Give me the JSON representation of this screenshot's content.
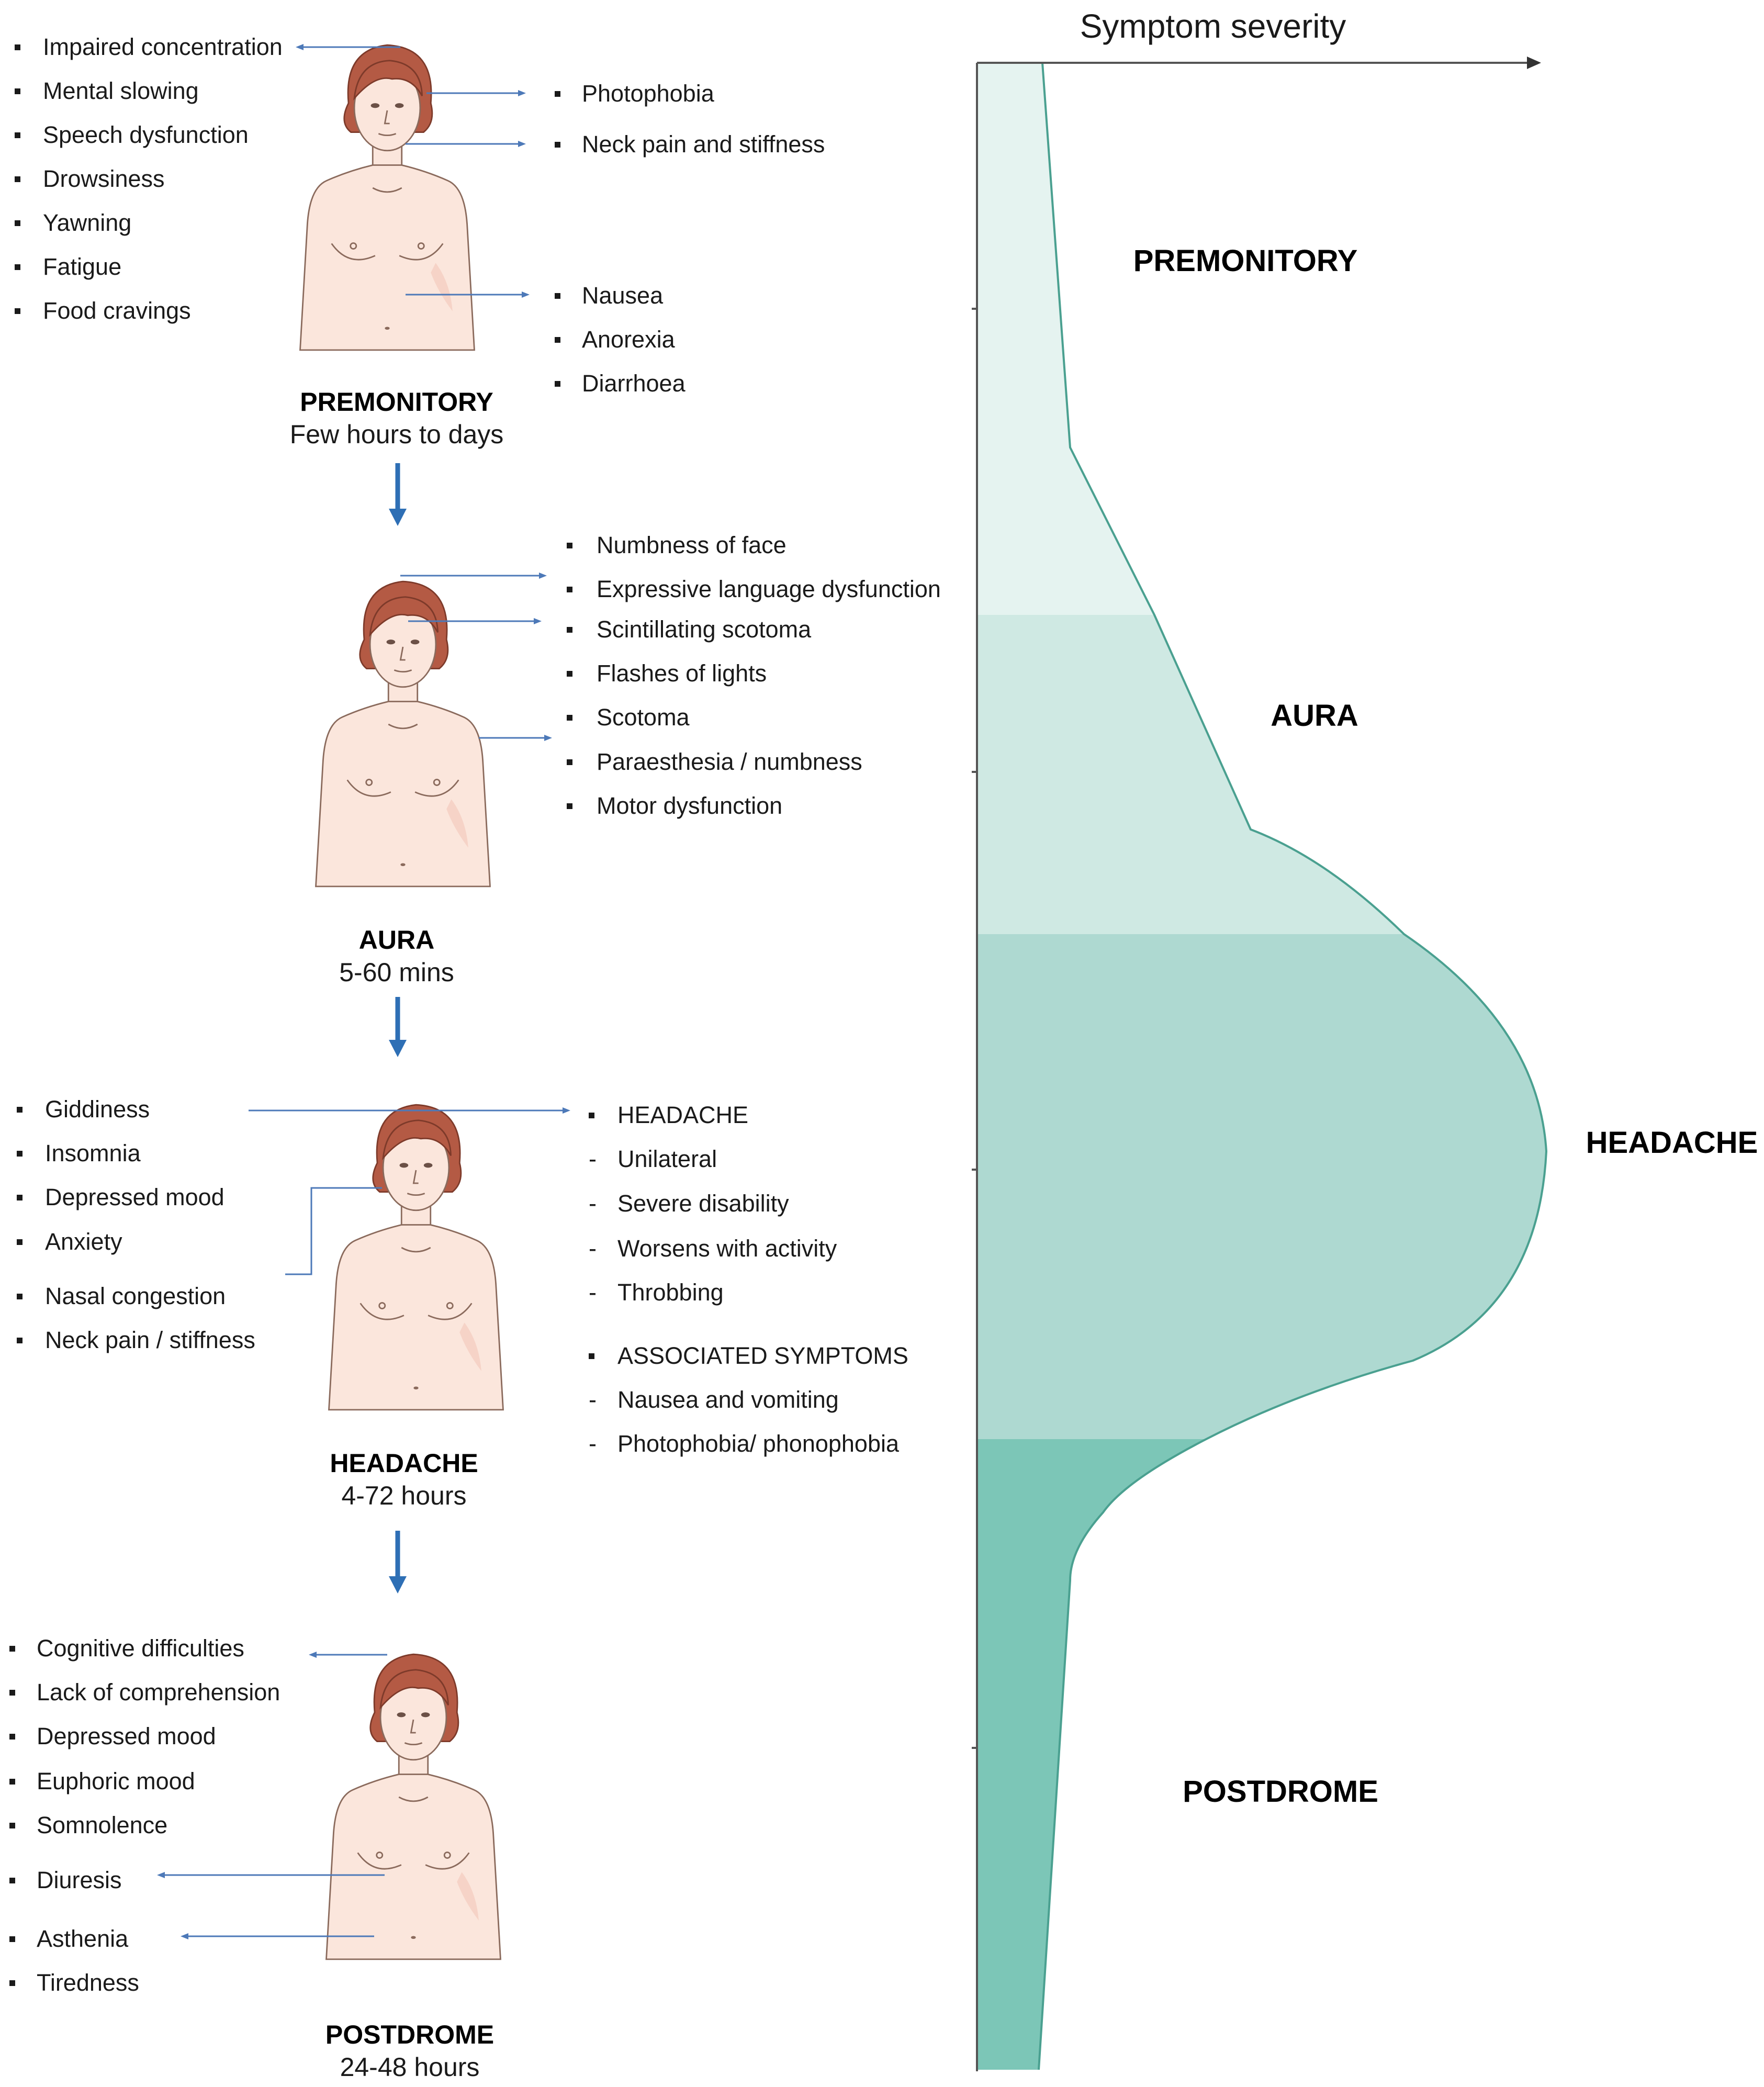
{
  "axis": {
    "title": "Symptom severity"
  },
  "phases": {
    "premonitory": "PREMONITORY",
    "aura": "AURA",
    "headache": "HEADACHE",
    "postdrome": "POSTDROME"
  },
  "colors": {
    "premonitory_fill": "#e5f3f0",
    "aura_fill": "#cfe9e3",
    "headache_fill": "#aed9d1",
    "postdrome_fill": "#7cc6b7",
    "outline": "#4aa090",
    "pointer_arrow": "#4d79b8",
    "flow_arrow": "#2e6fb5",
    "skin": "#fbe6dc",
    "hair": "#b45a44"
  },
  "premonitory": {
    "name": "PREMONITORY",
    "duration": "Few hours to days",
    "left_items": [
      "Impaired concentration",
      "Mental slowing",
      "Speech dysfunction",
      "Drowsiness",
      "Yawning",
      "Fatigue",
      "Food cravings"
    ],
    "right_items": [
      "Photophobia",
      "Neck pain and stiffness",
      "Nausea",
      "Anorexia",
      "Diarrhoea"
    ]
  },
  "aura": {
    "name": "AURA",
    "duration": "5-60 mins",
    "right_items": [
      "Numbness of face",
      "Expressive language  dysfunction",
      "Scintillating  scotoma",
      "Flashes of lights",
      "Scotoma",
      "Paraesthesia / numbness",
      "Motor dysfunction"
    ]
  },
  "headache": {
    "name": "HEADACHE",
    "duration": "4-72 hours",
    "left_items": [
      "Giddiness",
      "Insomnia",
      "Depressed mood",
      "Anxiety",
      "Nasal congestion",
      "Neck pain / stiffness"
    ],
    "right_header": "HEADACHE",
    "right_items": [
      "Unilateral",
      "Severe disability",
      "Worsens with activity",
      "Throbbing"
    ],
    "assoc_header": "ASSOCIATED SYMPTOMS",
    "assoc_items": [
      "Nausea and vomiting",
      "Photophobia/ phonophobia"
    ]
  },
  "postdrome": {
    "name": "POSTDROME",
    "duration": "24-48 hours",
    "left_items": [
      "Cognitive difficulties",
      "Lack of comprehension",
      "Depressed mood",
      "Euphoric mood",
      "Somnolence",
      "Diuresis",
      "Asthenia",
      "Tiredness"
    ]
  }
}
